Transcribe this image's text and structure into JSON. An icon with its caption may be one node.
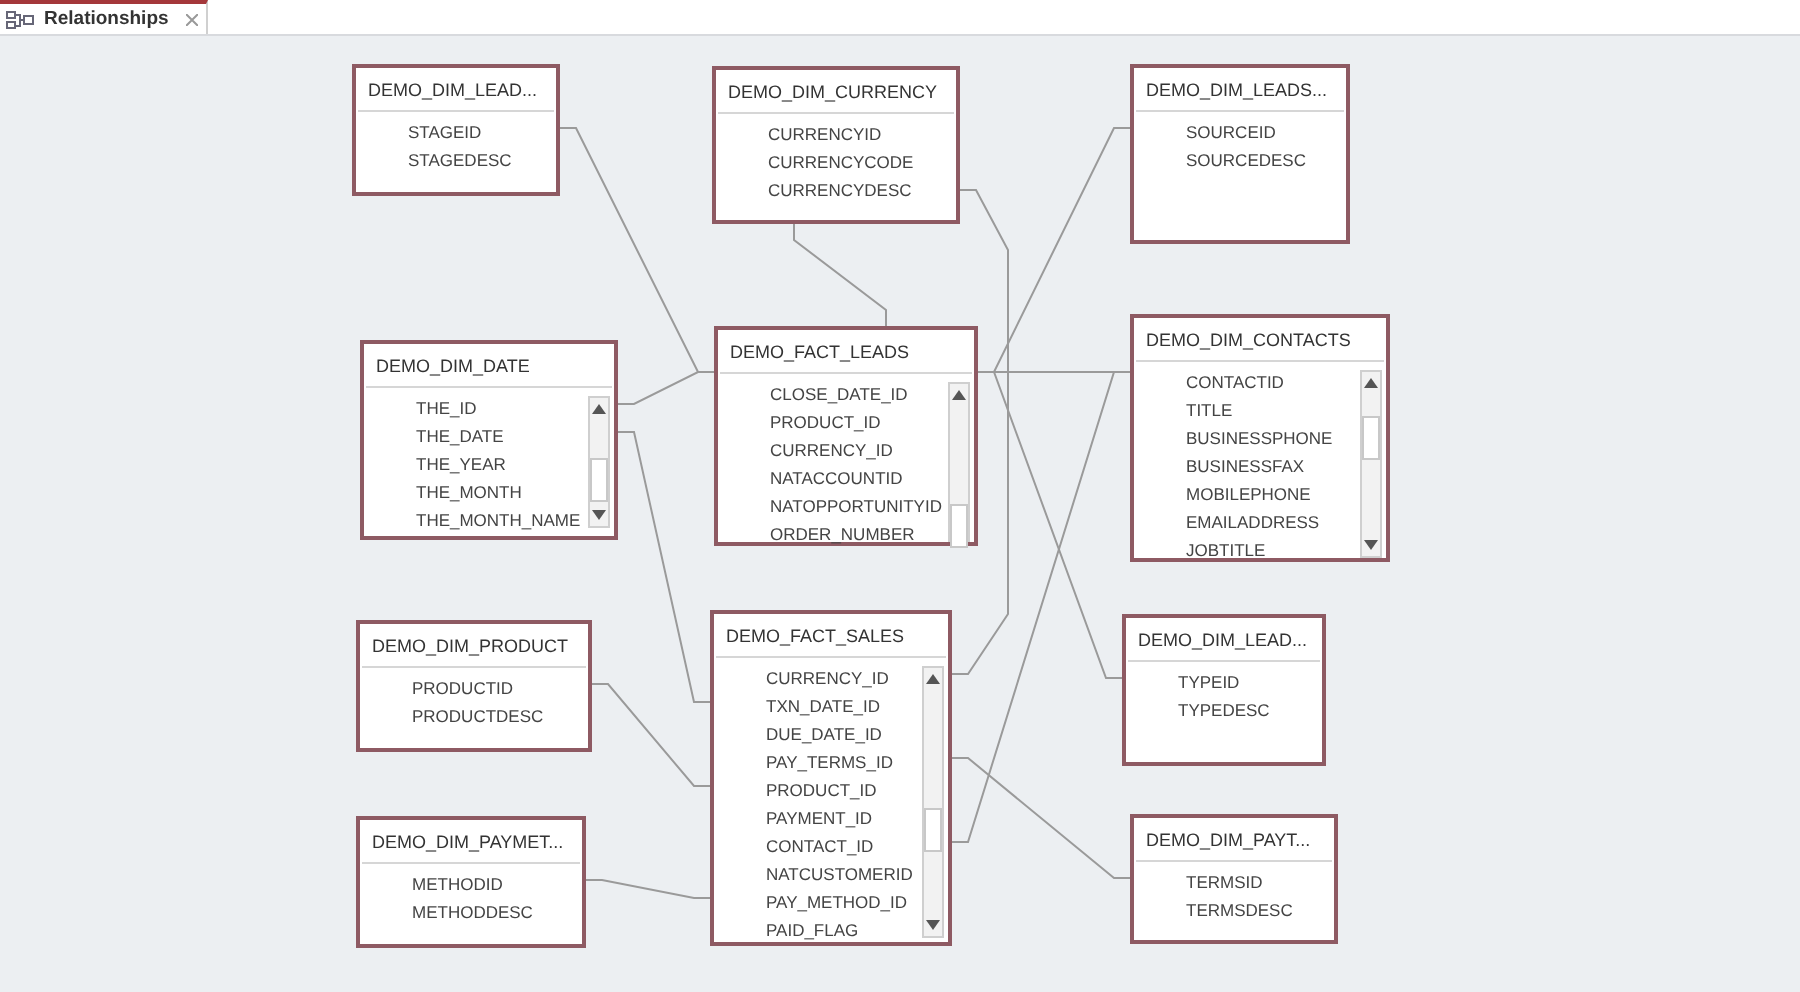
{
  "diagram": {
    "nodes": [
      {
        "text": [
          "DEMO_DIM_LEAD...",
          "STAGEID",
          "STAGEDESC"
        ]
      },
      {
        "text": [
          "DEMO_DIM_CURRENCY",
          "CURRENCYID",
          "CURRENCYCODE",
          "CURRENCYDESC"
        ]
      },
      {
        "text": [
          "DEMO_DIM_LEADS...",
          "SOURCEID",
          "SOURCEDESC"
        ]
      },
      {
        "text": [
          "DEMO_DIM_DATE",
          "THE_ID",
          "THE_DATE",
          "THE_YEAR",
          "THE_MONTH",
          "THE_MONTH_NAME"
        ]
      },
      {
        "text": [
          "DEMO_FACT_LEADS",
          "CLOSE_DATE_ID",
          "PRODUCT_ID",
          "CURRENCY_ID",
          "NATACCOUNTID",
          "NATOPPORTUNITYID",
          "ORDER_NUMBER"
        ]
      },
      {
        "text": [
          "DEMO_DIM_CONTACTS",
          "CONTACTID",
          "TITLE",
          "BUSINESSPHONE",
          "BUSINESSFAX",
          "MOBILEPHONE",
          "EMAILADDRESS",
          "JOBTITLE"
        ]
      },
      {
        "text": [
          "DEMO_DIM_PRODUCT",
          "PRODUCTID",
          "PRODUCTDESC"
        ]
      },
      {
        "text": [
          "DEMO_FACT_SALES",
          "CURRENCY_ID",
          "TXN_DATE_ID",
          "DUE_DATE_ID",
          "PAY_TERMS_ID",
          "PRODUCT_ID",
          "PAYMENT_ID",
          "CONTACT_ID",
          "NATCUSTOMERID",
          "PAY_METHOD_ID",
          "PAID_FLAG"
        ]
      },
      {
        "text": [
          "DEMO_DIM_LEAD...",
          "TYPEID",
          "TYPEDESC"
        ]
      },
      {
        "text": [
          "DEMO_DIM_PAYMET...",
          "METHODID",
          "METHODDESC"
        ]
      },
      {
        "text": [
          "DEMO_DIM_PAYT...",
          "TERMSID",
          "TERMSDESC"
        ]
      }
    ],
    "edges": [
      {
        "from": 0,
        "to": 4,
        "arrow": "none"
      },
      {
        "from": 1,
        "to": 4,
        "arrow": "none"
      },
      {
        "from": 1,
        "to": 7,
        "arrow": "none"
      },
      {
        "from": 3,
        "to": 4,
        "arrow": "none"
      },
      {
        "from": 3,
        "to": 7,
        "arrow": "none"
      },
      {
        "from": 4,
        "to": 2,
        "arrow": "none"
      },
      {
        "from": 4,
        "to": 5,
        "arrow": "none"
      },
      {
        "from": 4,
        "to": 8,
        "arrow": "none"
      },
      {
        "from": 7,
        "to": 5,
        "arrow": "none"
      },
      {
        "from": 7,
        "to": 10,
        "arrow": "none"
      },
      {
        "from": 6,
        "to": 7,
        "arrow": "none"
      },
      {
        "from": 9,
        "to": 7,
        "arrow": "none"
      }
    ],
    "labels": [
      "Relationships"
    ]
  }
}
